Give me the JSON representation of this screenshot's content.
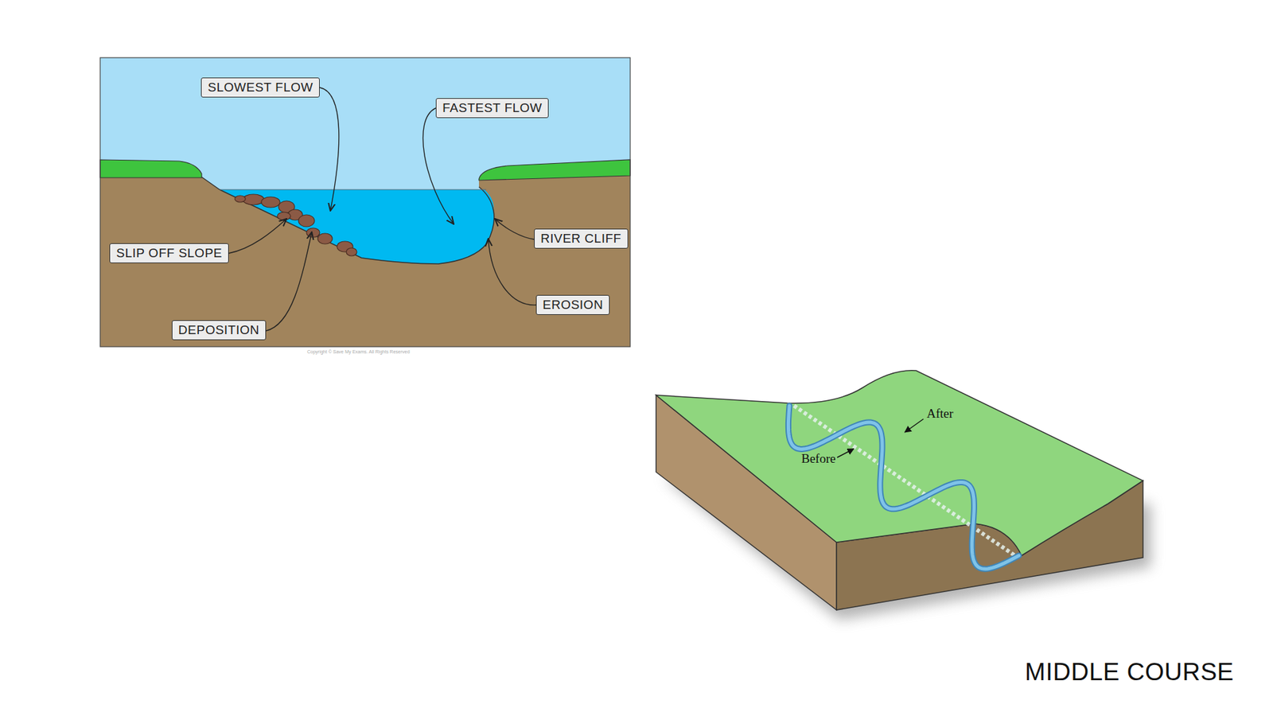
{
  "diagram": {
    "caption": "MIDDLE COURSE",
    "nodes": [
      {
        "text": [
          "SLOWEST FLOW"
        ]
      },
      {
        "text": [
          "FASTEST FLOW"
        ]
      },
      {
        "text": [
          "RIVER CLIFF"
        ]
      },
      {
        "text": [
          "SLIP OFF SLOPE"
        ]
      },
      {
        "text": [
          "EROSION"
        ]
      },
      {
        "text": [
          "DEPOSITION"
        ]
      }
    ],
    "labels": [
      "Before",
      "After",
      "Copyright © Save My Exams. All Rights Reserved"
    ]
  }
}
